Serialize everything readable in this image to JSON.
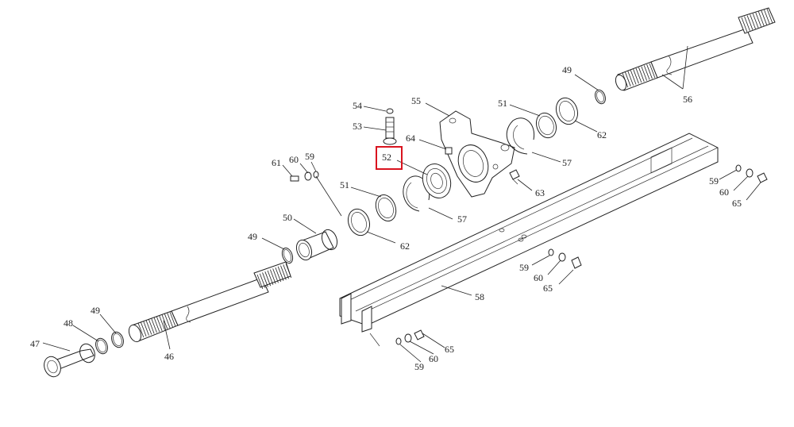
{
  "highlight": {
    "label": "52",
    "color": "#d9141f"
  },
  "callouts": [
    {
      "id": "47",
      "text": "47"
    },
    {
      "id": "48",
      "text": "48"
    },
    {
      "id": "49a",
      "text": "49"
    },
    {
      "id": "46",
      "text": "46"
    },
    {
      "id": "49b",
      "text": "49"
    },
    {
      "id": "50",
      "text": "50"
    },
    {
      "id": "51a",
      "text": "51"
    },
    {
      "id": "62a",
      "text": "62"
    },
    {
      "id": "57a",
      "text": "57"
    },
    {
      "id": "61",
      "text": "61"
    },
    {
      "id": "60a",
      "text": "60"
    },
    {
      "id": "59a",
      "text": "59"
    },
    {
      "id": "54",
      "text": "54"
    },
    {
      "id": "53",
      "text": "53"
    },
    {
      "id": "52",
      "text": "52"
    },
    {
      "id": "55",
      "text": "55"
    },
    {
      "id": "64",
      "text": "64"
    },
    {
      "id": "63",
      "text": "63"
    },
    {
      "id": "51b",
      "text": "51"
    },
    {
      "id": "57b",
      "text": "57"
    },
    {
      "id": "62b",
      "text": "62"
    },
    {
      "id": "49c",
      "text": "49"
    },
    {
      "id": "56",
      "text": "56"
    },
    {
      "id": "58",
      "text": "58"
    },
    {
      "id": "59b",
      "text": "59"
    },
    {
      "id": "60b",
      "text": "60"
    },
    {
      "id": "65a",
      "text": "65"
    },
    {
      "id": "59c",
      "text": "59"
    },
    {
      "id": "60c",
      "text": "60"
    },
    {
      "id": "65b",
      "text": "65"
    },
    {
      "id": "59d",
      "text": "59"
    },
    {
      "id": "60d",
      "text": "60"
    },
    {
      "id": "65c",
      "text": "65"
    }
  ]
}
